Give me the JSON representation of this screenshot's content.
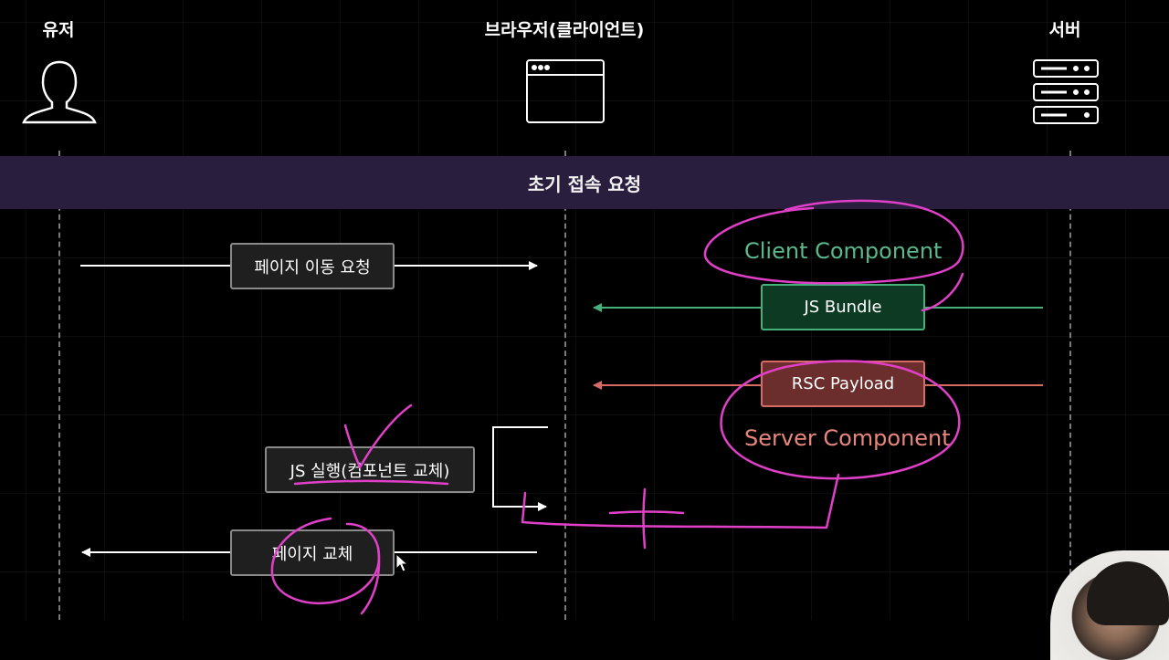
{
  "actors": {
    "user": "유저",
    "browser": "브라우저(클라이언트)",
    "server": "서버"
  },
  "phase": {
    "title": "초기 접속 요청"
  },
  "steps": {
    "page_move_request": "페이지 이동 요청",
    "js_bundle": "JS Bundle",
    "rsc_payload": "RSC Payload",
    "js_execute": "JS 실행(컴포넌트 교체)",
    "page_replace": "페이지 교체"
  },
  "captions": {
    "client_component": "Client Component",
    "server_component": "Server Component"
  },
  "colors": {
    "background": "#000000",
    "phase_band": "#2a1e3e",
    "green": "#45b07a",
    "green_text": "#5cb88a",
    "red": "#d56b62",
    "red_text": "#e8867c",
    "annotation": "#e040c8"
  },
  "icons": {
    "user": "person-silhouette-icon",
    "browser": "browser-window-icon",
    "server": "server-rack-icon",
    "cursor": "mouse-pointer-icon"
  }
}
